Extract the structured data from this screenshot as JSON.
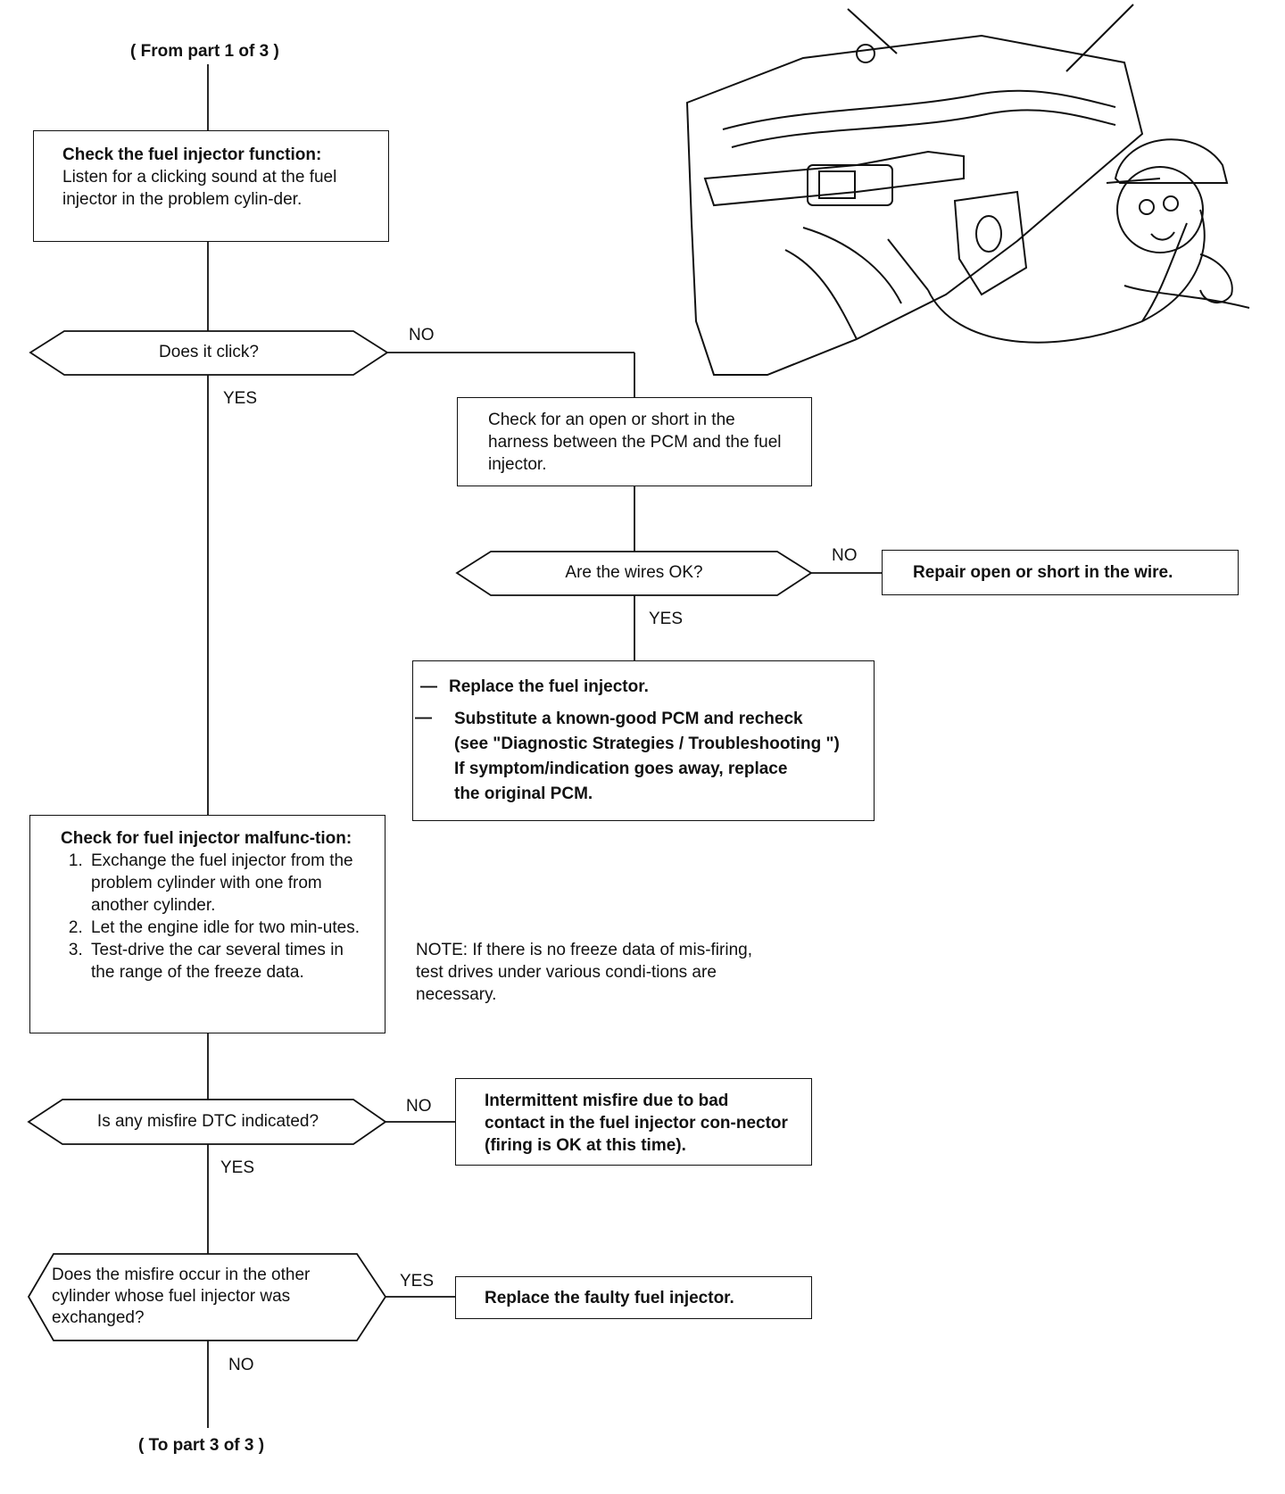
{
  "header_connector": "( From part 1 of 3 )",
  "footer_connector": "( To part 3 of 3 )",
  "steps": {
    "check_function": {
      "title": "Check the fuel injector function:",
      "body": "Listen for a clicking sound at the fuel injector in the problem cylin-der."
    },
    "check_harness": "Check for an open or short in the harness between the PCM and the fuel injector.",
    "repair_wire": "Repair open or short in the wire.",
    "replace_or_substitute": {
      "item1": "Replace the fuel injector.",
      "item2_line1": "Substitute a known-good PCM and recheck",
      "item2_line2": "(see \"Diagnostic Strategies / Troubleshooting \")",
      "item2_line3": "If symptom/indication goes away, replace",
      "item2_line4": "the original PCM.",
      "dash": "—"
    },
    "check_malfunction": {
      "title": "Check for fuel injector malfunc-tion:",
      "items": [
        "Exchange the fuel injector from the problem cylinder with one from another cylinder.",
        "Let the engine idle for two min-utes.",
        "Test-drive the car several times in the range of the freeze data."
      ]
    },
    "intermittent": "Intermittent misfire due to bad contact in the fuel injector con-nector (firing is OK at this time).",
    "replace_faulty": "Replace the faulty fuel injector."
  },
  "decisions": {
    "does_it_click": "Does it click?",
    "wires_ok": "Are the wires OK?",
    "misfire_dtc": "Is any misfire DTC indicated?",
    "misfire_other": "Does the misfire occur in the other cylinder whose fuel injector was exchanged?"
  },
  "branch_labels": {
    "click_no": "NO",
    "click_yes": "YES",
    "wires_no": "NO",
    "wires_yes": "YES",
    "dtc_no": "NO",
    "dtc_yes": "YES",
    "other_yes": "YES",
    "other_no": "NO"
  },
  "note": "NOTE: If there is no freeze data of mis-firing, test drives under various condi-tions are necessary."
}
